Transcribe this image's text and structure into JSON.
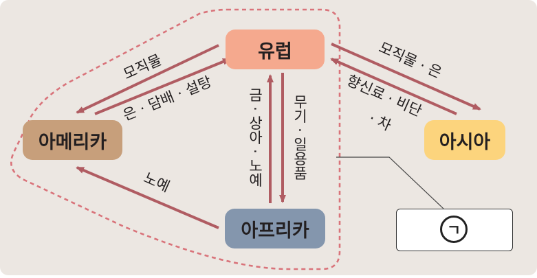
{
  "nodes": {
    "europe": "유럽",
    "america": "아메리카",
    "asia": "아시아",
    "africa": "아프리카"
  },
  "edge_labels": {
    "europe_to_america": "모직물",
    "america_to_europe": "은 · 담배 · 설탕",
    "europe_to_asia": "모직물 · 은",
    "asia_to_europe_line1": "향신료 · 비단",
    "asia_to_europe_line2": "· 차",
    "africa_to_america": "노예",
    "africa_to_europe": "금 · 상아 · 노예",
    "europe_to_africa": "무기 · 일용품"
  },
  "callout": {
    "marker": "ㄱ"
  },
  "colors": {
    "background": "#ece7e2",
    "arrow": "#b05c62",
    "dashed_outline": "#d9737a",
    "europe": "#f5a98e",
    "america": "#c79f7b",
    "asia": "#fcd47d",
    "africa": "#8496ad"
  }
}
